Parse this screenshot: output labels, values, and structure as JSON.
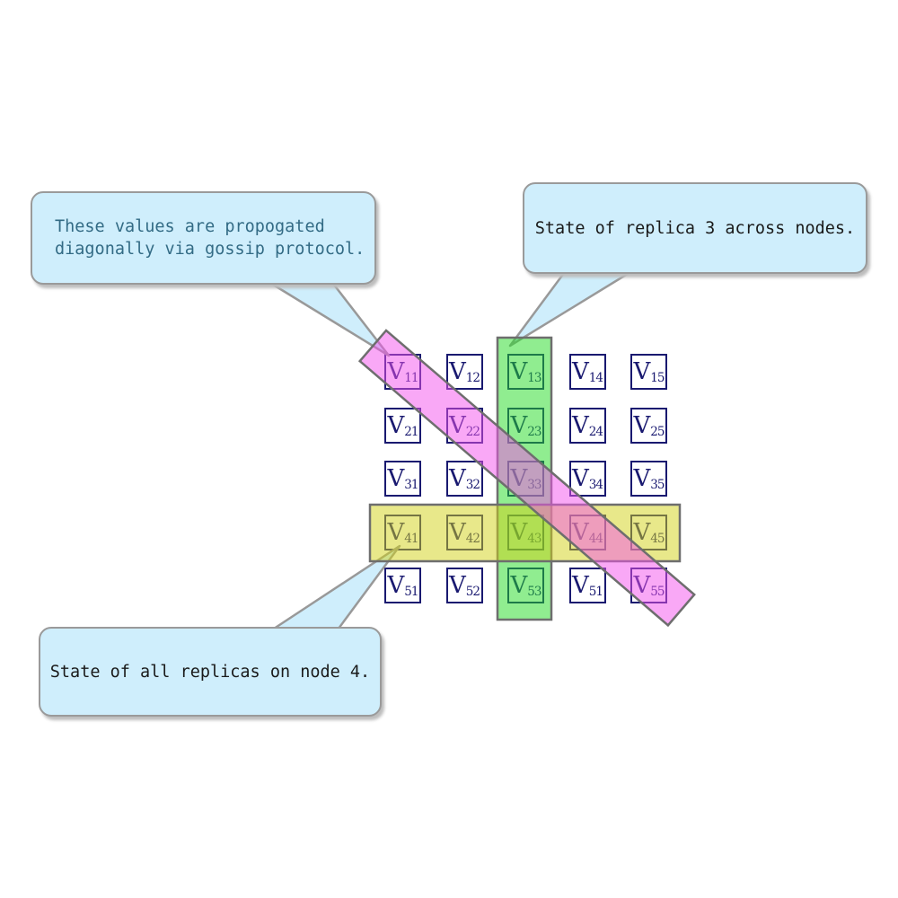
{
  "matrix": {
    "symbol": "V",
    "rows": 5,
    "cols": 5,
    "subs": [
      "11",
      "12",
      "13",
      "14",
      "15",
      "21",
      "22",
      "23",
      "24",
      "25",
      "31",
      "32",
      "33",
      "34",
      "35",
      "41",
      "42",
      "43",
      "44",
      "45",
      "51",
      "52",
      "53",
      "51",
      "55"
    ]
  },
  "callouts": {
    "gossip": {
      "lines": {
        "0": "These values are propogated",
        "1": "diagonally via gossip protocol."
      }
    },
    "replica": {
      "text": "State of replica 3 across nodes."
    },
    "node": {
      "text": "State of all replicas on node 4."
    }
  },
  "highlights": {
    "column_band": "replica 3 column",
    "row_band": "node 4 row",
    "diagonal_band": "gossip diagonal"
  },
  "colors": {
    "callout_fill": "#cfeefc",
    "callout_border": "#9a9a9a",
    "callout_text_teal": "#336b85",
    "callout_text_black": "#1a1a1a",
    "band_green": "#22dc22",
    "band_yellow": "#d1d115",
    "band_pink": "#f351ed",
    "band_stroke": "#6e6e6e",
    "beak_stroke": "#999999",
    "cell_border": "#191970"
  }
}
